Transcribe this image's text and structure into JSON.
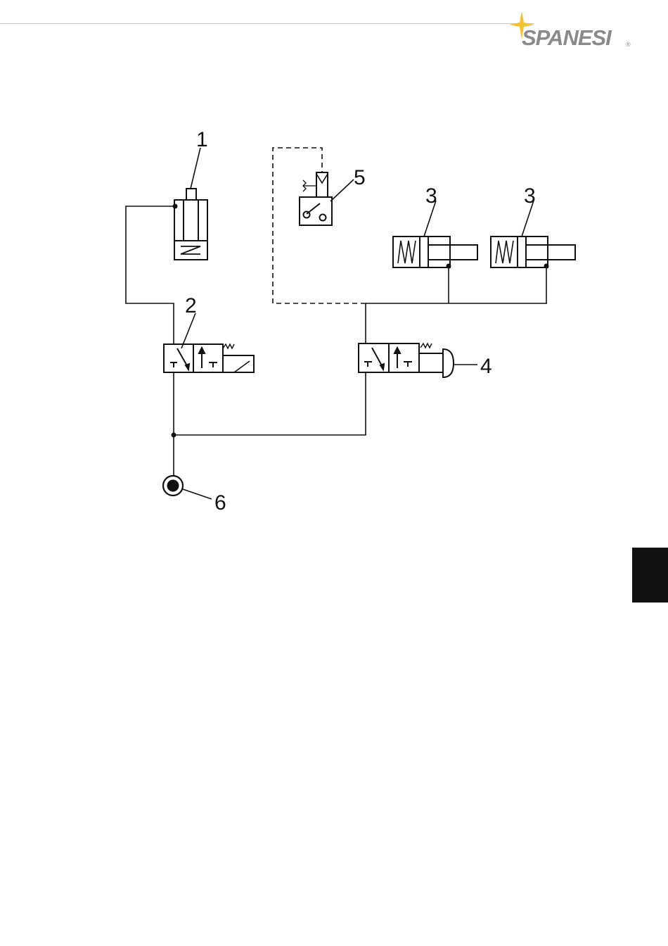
{
  "header": {
    "brand": "SPANESI",
    "registered_mark": "®",
    "accent_color": "#f2d640",
    "logo_color": "#8a8a8a",
    "star_color": "#f2c230"
  },
  "diagram": {
    "labels": {
      "l1": "1",
      "l2": "2",
      "l3a": "3",
      "l3b": "3",
      "l4": "4",
      "l5": "5",
      "l6": "6"
    }
  },
  "side_tab": {
    "color": "#111111"
  }
}
